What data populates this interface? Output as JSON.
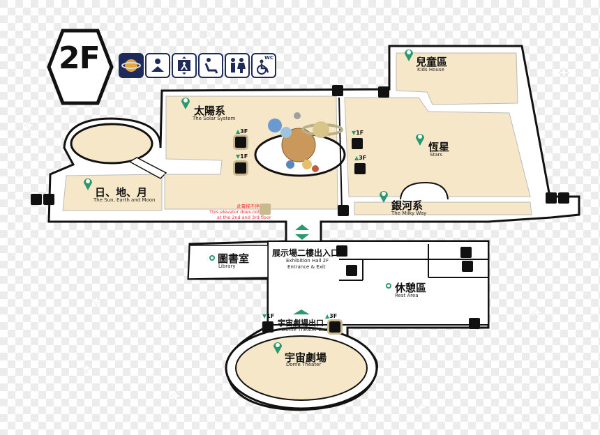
{
  "floor": "2F",
  "legend": {
    "icons": [
      "planet-exhibit-icon",
      "reading-icon",
      "elevator-icon",
      "rest-seat-icon",
      "restroom-icon",
      "accessible-wc-icon"
    ],
    "wc_label": "WC"
  },
  "areas": {
    "solar_system": {
      "zh": "太陽系",
      "en": "The Solar System"
    },
    "sun_earth_moon": {
      "zh": "日、地、月",
      "en": "The Sun, Earth and Moon"
    },
    "kids_house": {
      "zh": "兒童區",
      "en": "Kids House"
    },
    "stars": {
      "zh": "恆星",
      "en": "Stars"
    },
    "milky_way": {
      "zh": "銀河系",
      "en": "The Milky Way"
    },
    "library": {
      "zh": "圖書室",
      "en": "Library"
    },
    "exhibition_exit": {
      "zh": "展示場二樓出入口",
      "en1": "Exhibition Hall 2F",
      "en2": "Entrance & Exit"
    },
    "rest_area": {
      "zh": "休憩區",
      "en": "Rest Area"
    },
    "dome_exit": {
      "zh": "宇宙劇場出口",
      "en": "Dome Theater Exit"
    },
    "dome_theater": {
      "zh": "宇宙劇場",
      "en": "Dome Theater"
    }
  },
  "elevator_note": {
    "zh": "此電梯不停2.3樓",
    "en1": "This elevator does not stop",
    "en2": "at the 2nd and 3rd floor"
  },
  "stair_labels": {
    "up_3f": "3F",
    "down_1f": "1F"
  },
  "colors": {
    "floor_fill": "#f6e7c8",
    "pin": "#2a9a6c",
    "wall": "#111111",
    "legend_border": "#1d2a5a"
  }
}
